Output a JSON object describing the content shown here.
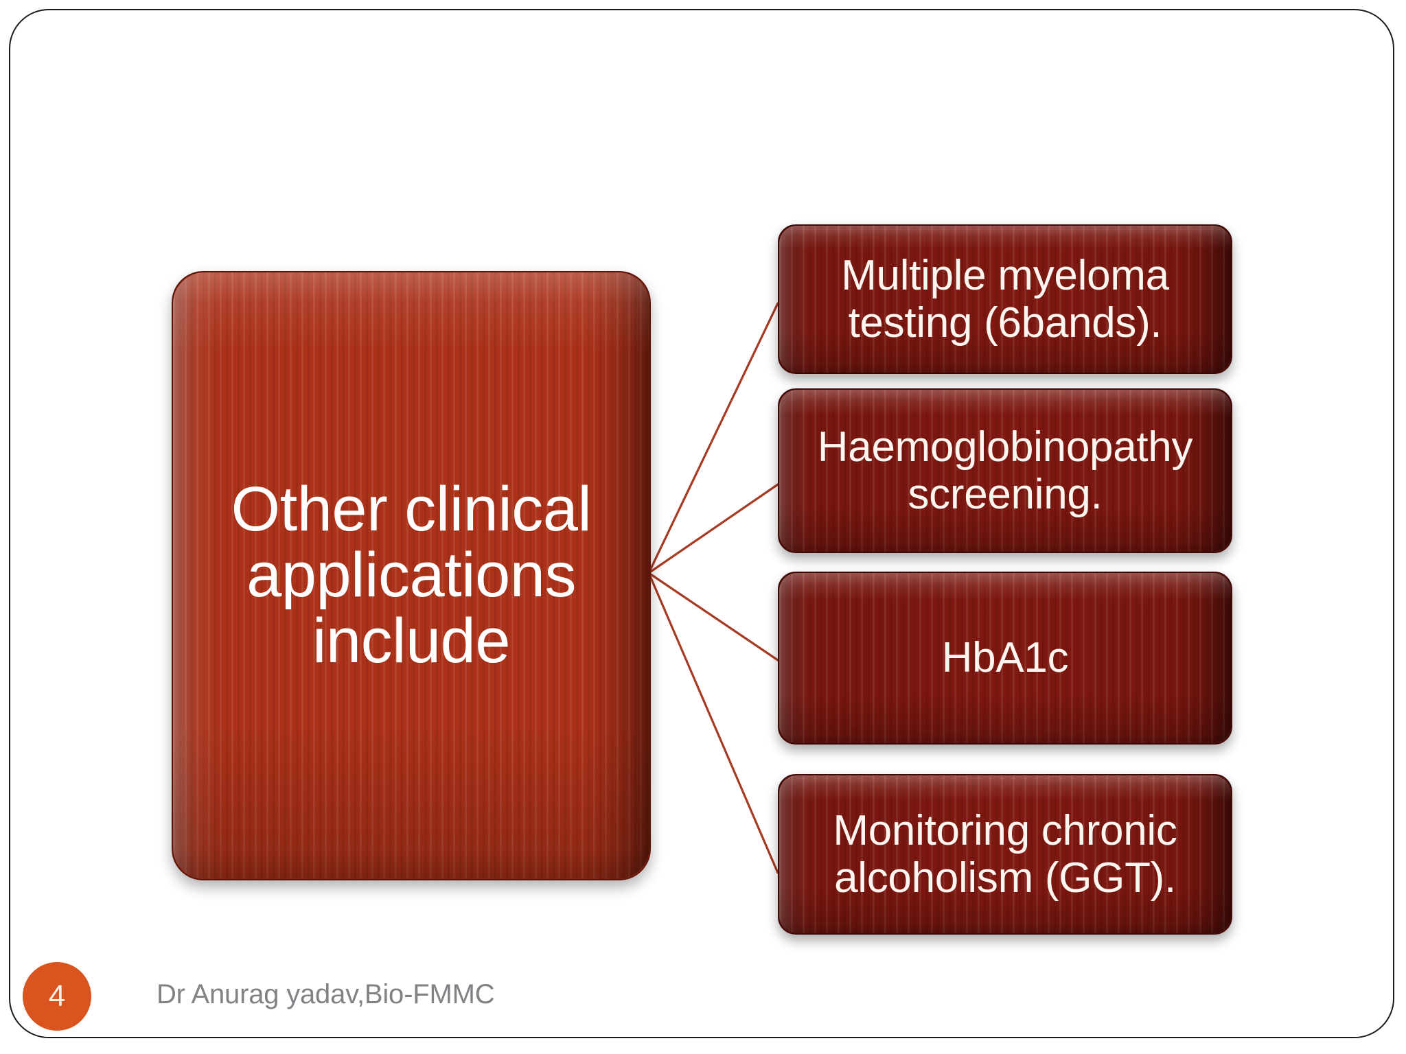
{
  "slide": {
    "main_box": {
      "label": "Other clinical applications include",
      "color": "#ab3119"
    },
    "branches": [
      {
        "label": "Multiple myeloma testing (6bands).",
        "color": "#7e1811"
      },
      {
        "label": "Haemoglobinopathy screening.",
        "color": "#7e1811"
      },
      {
        "label": "HbA1c",
        "color": "#7e1811"
      },
      {
        "label": "Monitoring chronic alcoholism (GGT).",
        "color": "#7e1811"
      }
    ],
    "connector_color": "#a63a22",
    "footer": {
      "page_number": "4",
      "badge_color": "#d9541e",
      "attribution": "Dr Anurag yadav,Bio-FMMC",
      "attribution_color": "#808285"
    }
  }
}
